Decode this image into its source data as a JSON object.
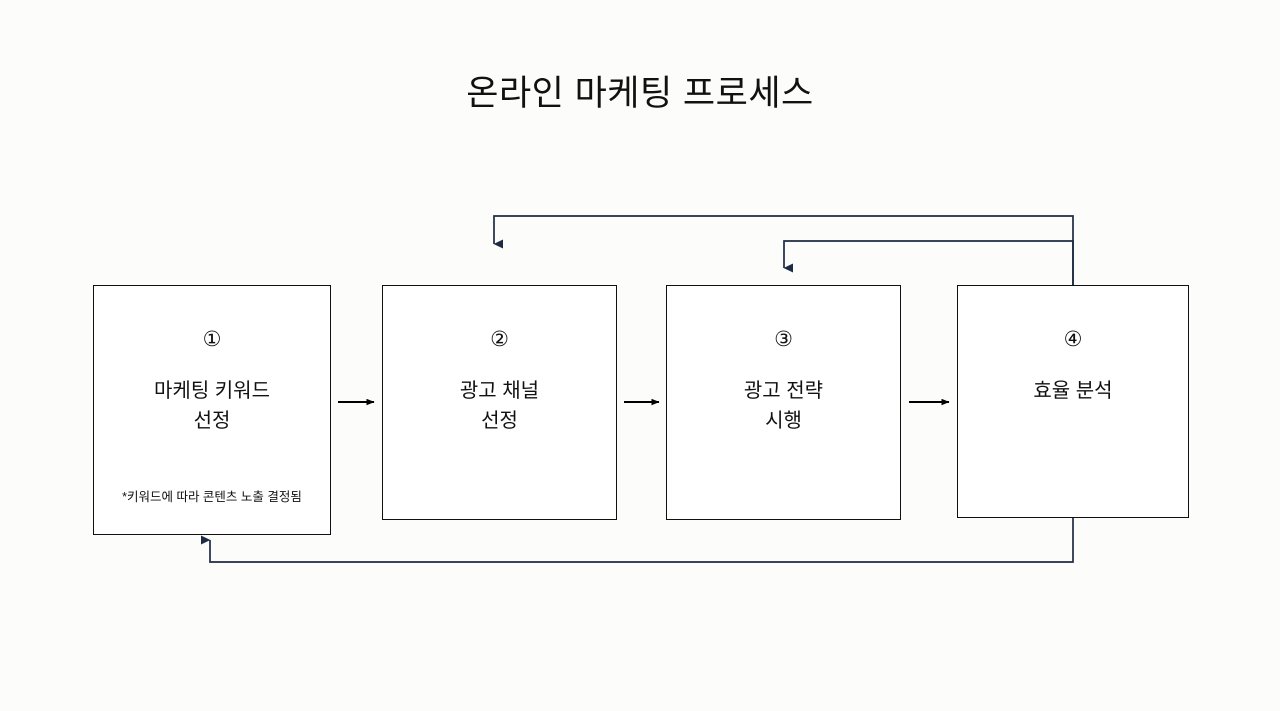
{
  "diagram": {
    "title": "온라인 마케팅 프로세스",
    "background_color": "#fcfcfb",
    "box_border_color": "#111111",
    "forward_arrow_color": "#000000",
    "feedback_arrow_color": "#1f2a44",
    "steps": [
      {
        "number": "①",
        "label": "마케팅 키워드\n선정",
        "note": "*키워드에 따라 콘텐츠 노출 결정됨"
      },
      {
        "number": "②",
        "label": "광고 채널\n선정",
        "note": ""
      },
      {
        "number": "③",
        "label": "광고 전략\n시행",
        "note": ""
      },
      {
        "number": "④",
        "label": "효율 분석",
        "note": ""
      }
    ],
    "connectors": {
      "forward": [
        {
          "name": "step1-to-step2"
        },
        {
          "name": "step2-to-step3"
        },
        {
          "name": "step3-to-step4"
        }
      ],
      "feedback": [
        {
          "name": "step4-to-step2-loop"
        },
        {
          "name": "step4-to-step3-loop"
        },
        {
          "name": "step4-to-step1-loop"
        }
      ]
    }
  }
}
